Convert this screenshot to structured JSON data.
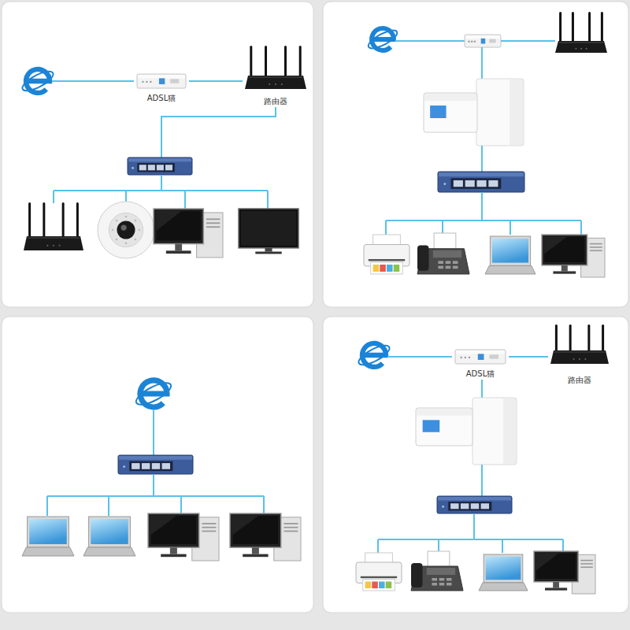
{
  "diagram": {
    "nodes": [
      {
        "text": [
          "ADSL猫"
        ]
      },
      {
        "text": [
          "路由器"
        ]
      },
      {
        "text": [
          "ADSL猫"
        ]
      },
      {
        "text": [
          "路由器"
        ]
      }
    ],
    "edges": [
      {
        "from": 0,
        "to": 1,
        "arrow": "none"
      },
      {
        "from": 2,
        "to": 3,
        "arrow": "none"
      }
    ]
  }
}
